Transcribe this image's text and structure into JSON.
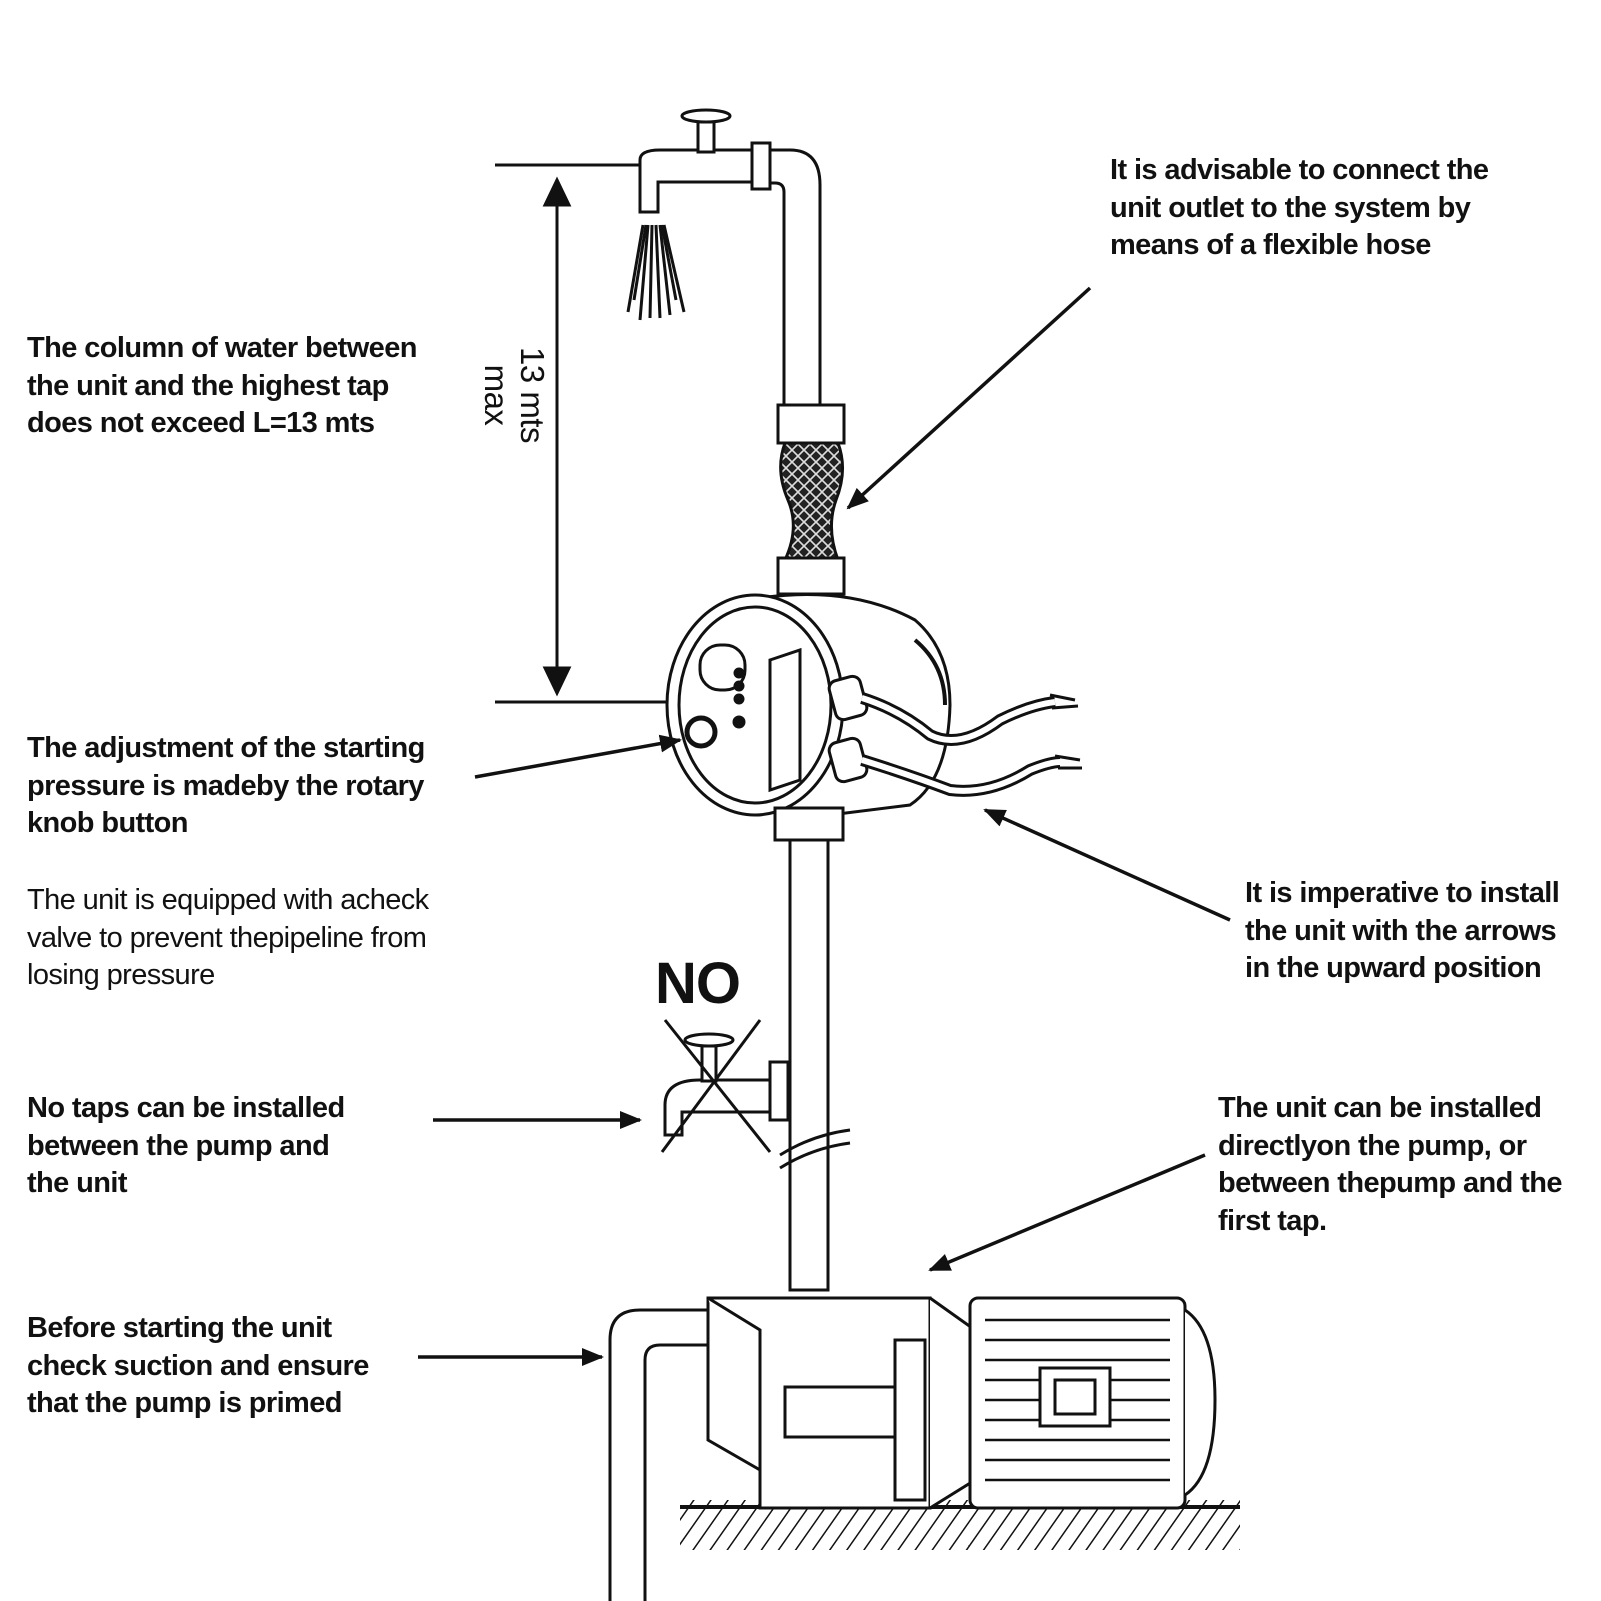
{
  "notes": {
    "column": "The column of water between\nthe unit and the highest tap\ndoes not exceed L=13 mts",
    "hose": "It is advisable to connect the\nunit outlet to the system by\nmeans of a flexible hose",
    "knob": "The adjustment of the starting\npressure is madeby the rotary\nknob button",
    "check_valve": "The unit is equipped with acheck\nvalve to prevent thepipeline from\nlosing pressure",
    "arrows": "It is imperative to install\nthe unit with the arrows\nin the upward position",
    "no_taps": "No taps can be installed\nbetween the pump and\nthe unit",
    "install_on_pump": "The unit can be installed\ndirectlyon the pump, or\nbetween thepump and the\nfirst tap.",
    "prime": "Before starting the unit\ncheck suction and ensure\nthat the pump is primed"
  },
  "dimension_label": "13 mts max",
  "no_label": "NO",
  "colors": {
    "line": "#111111",
    "background": "#ffffff"
  },
  "icons": [
    "tap-icon",
    "pressure-controller-icon",
    "crossed-tap-icon",
    "pump-motor-icon"
  ]
}
